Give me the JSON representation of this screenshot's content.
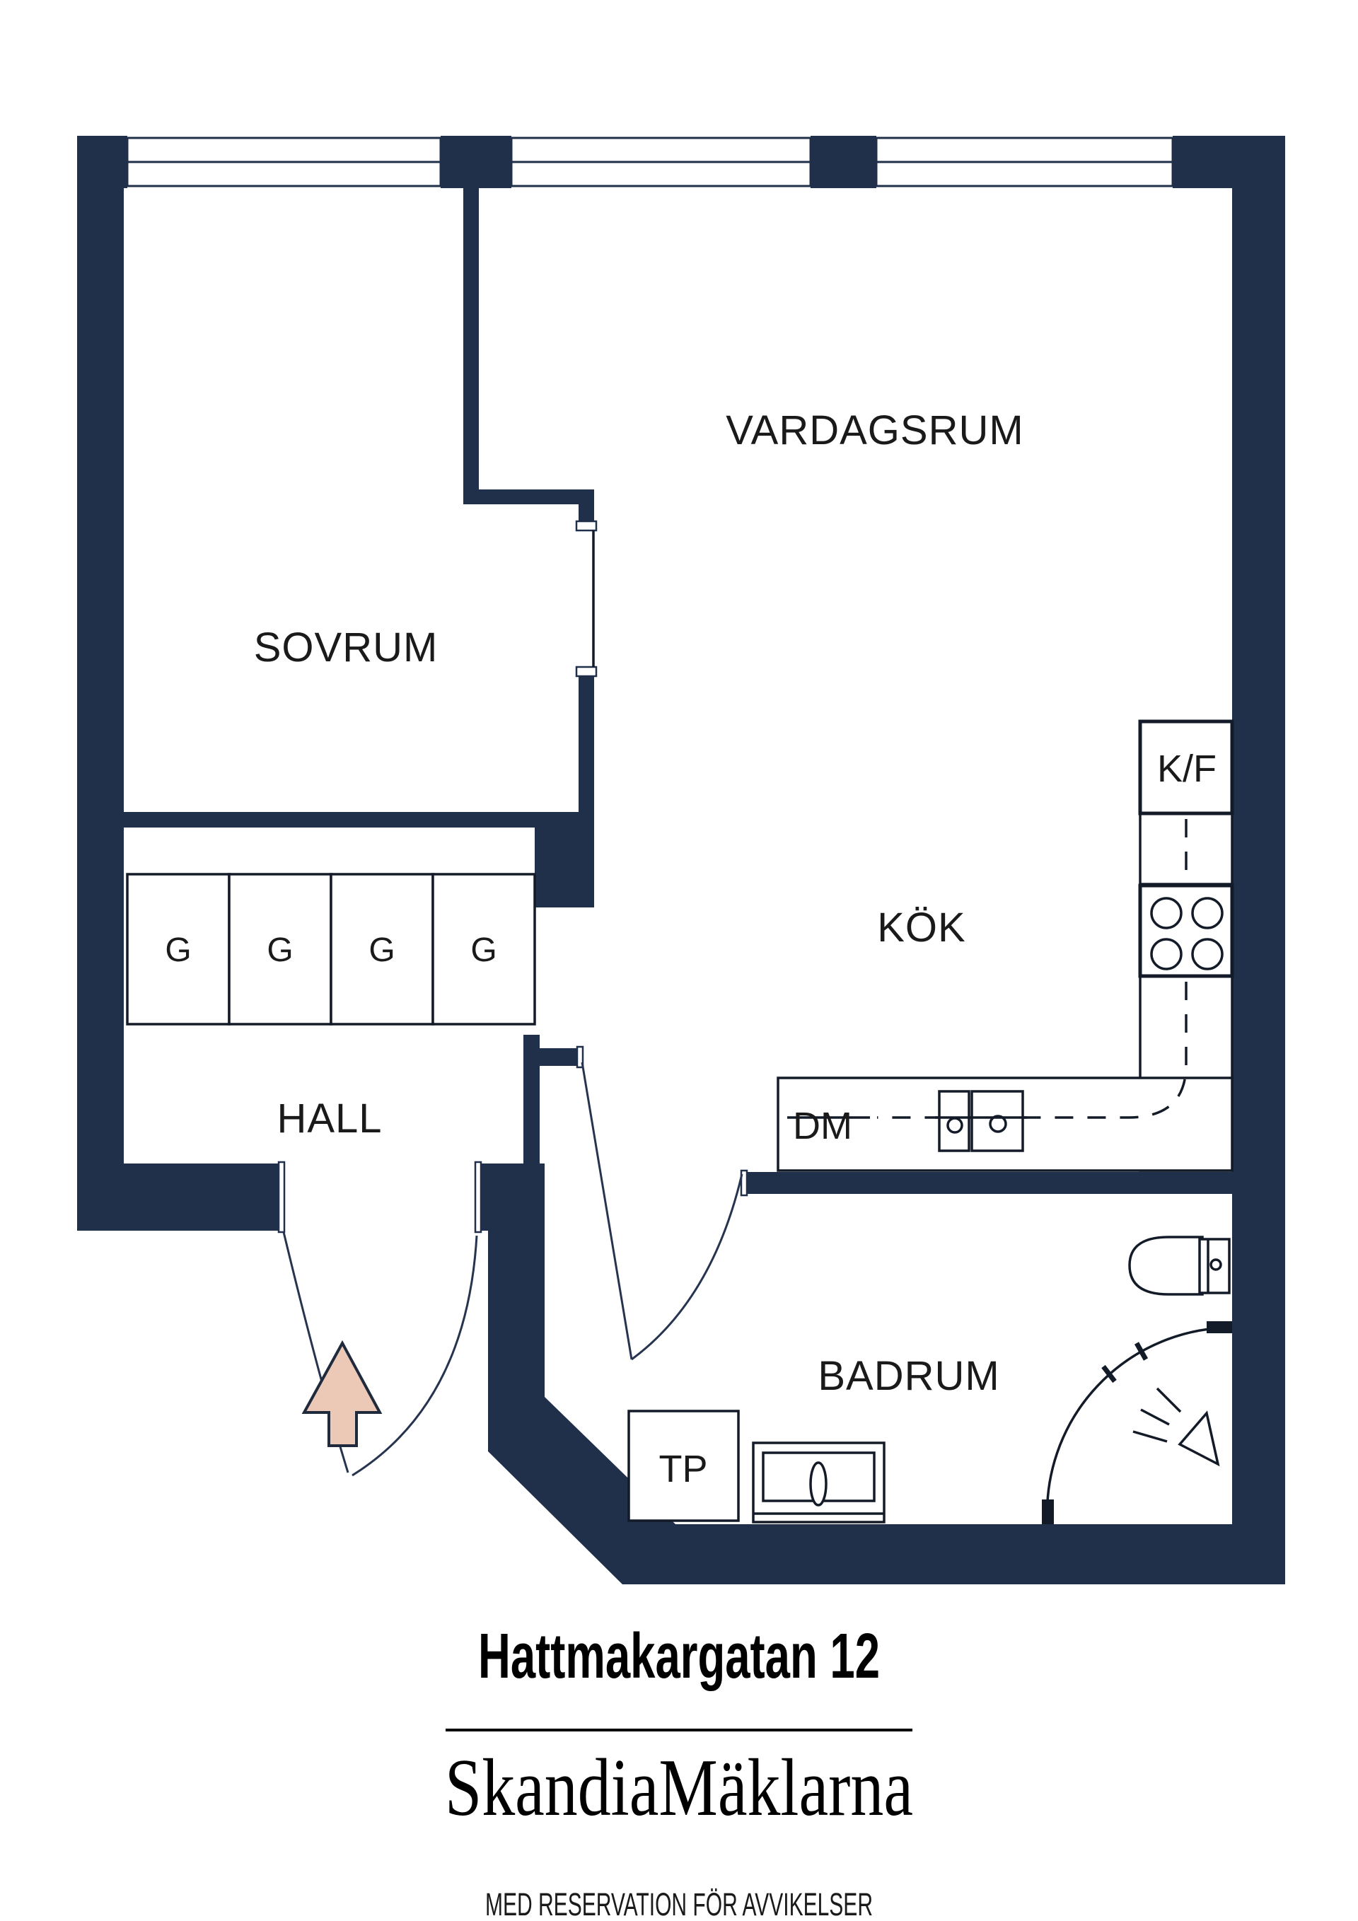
{
  "rooms": {
    "living": "VARDAGSRUM",
    "bedroom": "SOVRUM",
    "kitchen": "KÖK",
    "hall": "HALL",
    "bathroom": "BADRUM"
  },
  "fixtures": {
    "fridge_freezer": "K/F",
    "dishwasher": "DM",
    "laundry_unit": "TP"
  },
  "closets": [
    {
      "label": "G"
    },
    {
      "label": "G"
    },
    {
      "label": "G"
    },
    {
      "label": "G"
    }
  ],
  "footer": {
    "address": "Hattmakargatan 12",
    "brand": "SkandiaMäklarna",
    "disclaimer": "MED RESERVATION FÖR AVVIKELSER"
  },
  "colors": {
    "wall": "#20304a",
    "fixture_line": "#141b28",
    "door_swing_line": "#26344f",
    "entrance_arrow_fill": "#ecc9b6",
    "background": "#ffffff",
    "text": "#1a1a1a"
  }
}
